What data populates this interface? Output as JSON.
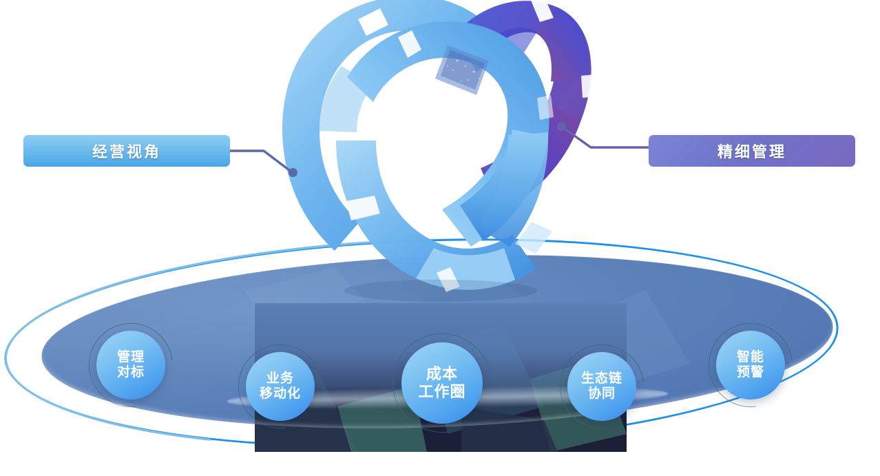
{
  "diagram": {
    "title_visible": false,
    "colors": {
      "left_label_bg": "#6fbdee",
      "right_label_bg": "#6f72c7",
      "platform_fill": "#5c82bb",
      "platform_ring": "#1e90e8",
      "node_fill": "#4fa3ef",
      "node_ring": "#3c6a74",
      "connector_left": "#5a6aa8",
      "connector_right": "#6a5fae",
      "sculpture_light": "#6db4ee",
      "sculpture_dark": "#4a45c4"
    },
    "labels": [
      {
        "id": "left",
        "text": "经营视角",
        "side": "left"
      },
      {
        "id": "right",
        "text": "精细管理",
        "side": "right"
      }
    ],
    "nodes": [
      {
        "id": "n1",
        "line1": "管理",
        "line2": "对标",
        "size": "small"
      },
      {
        "id": "n2",
        "line1": "业务",
        "line2": "移动化",
        "size": "small"
      },
      {
        "id": "n3",
        "line1": "成本",
        "line2": "工作圈",
        "size": "large"
      },
      {
        "id": "n4",
        "line1": "生态链",
        "line2": "协同",
        "size": "small"
      },
      {
        "id": "n5",
        "line1": "智能",
        "line2": "预警",
        "size": "small"
      }
    ],
    "sculpture": {
      "name": "interlocking-rings-3d",
      "segments": 3
    }
  }
}
